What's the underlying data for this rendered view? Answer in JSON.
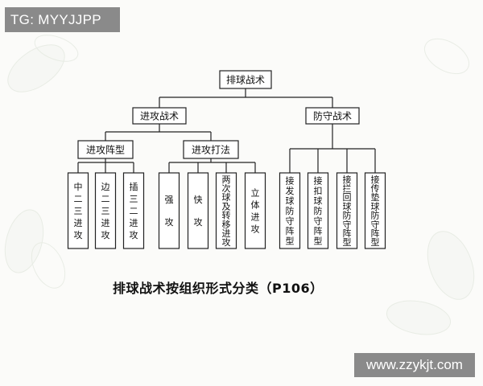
{
  "watermarks": {
    "top_left": "TG: MYYJJPP",
    "bottom_right": "www.zzykjt.com"
  },
  "diagram": {
    "root": "排球战术",
    "branches": [
      {
        "label": "进攻战术",
        "groups": [
          {
            "label": "进攻阵型",
            "leaves": [
              "中二三进攻",
              "边二三进攻",
              "插三二进攻"
            ]
          },
          {
            "label": "进攻打法",
            "leaves": [
              "强攻",
              "快攻",
              "两次球及转移进攻",
              "立体进攻"
            ]
          }
        ]
      },
      {
        "label": "防守战术",
        "leaves": [
          "接发球防守阵型",
          "接扣球防守阵型",
          "接拦回球防守阵型",
          "接传垫球防守阵型"
        ]
      }
    ],
    "caption": "排球战术按组织形式分类（P106）"
  }
}
